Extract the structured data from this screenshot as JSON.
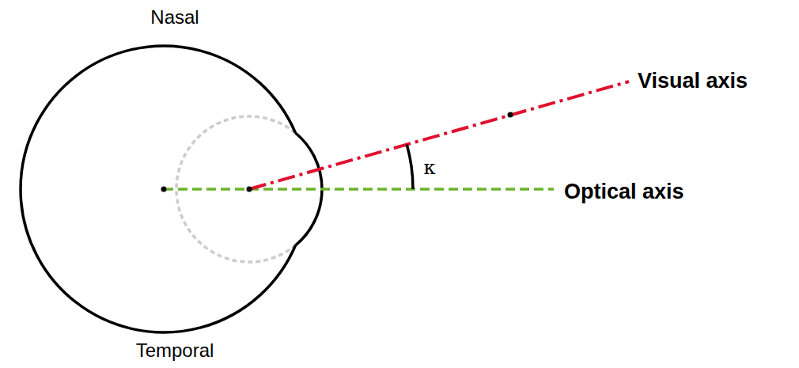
{
  "diagram": {
    "labels": [
      "Nasal",
      "Temporal",
      "Visual axis",
      "Optical axis",
      "κ"
    ]
  }
}
